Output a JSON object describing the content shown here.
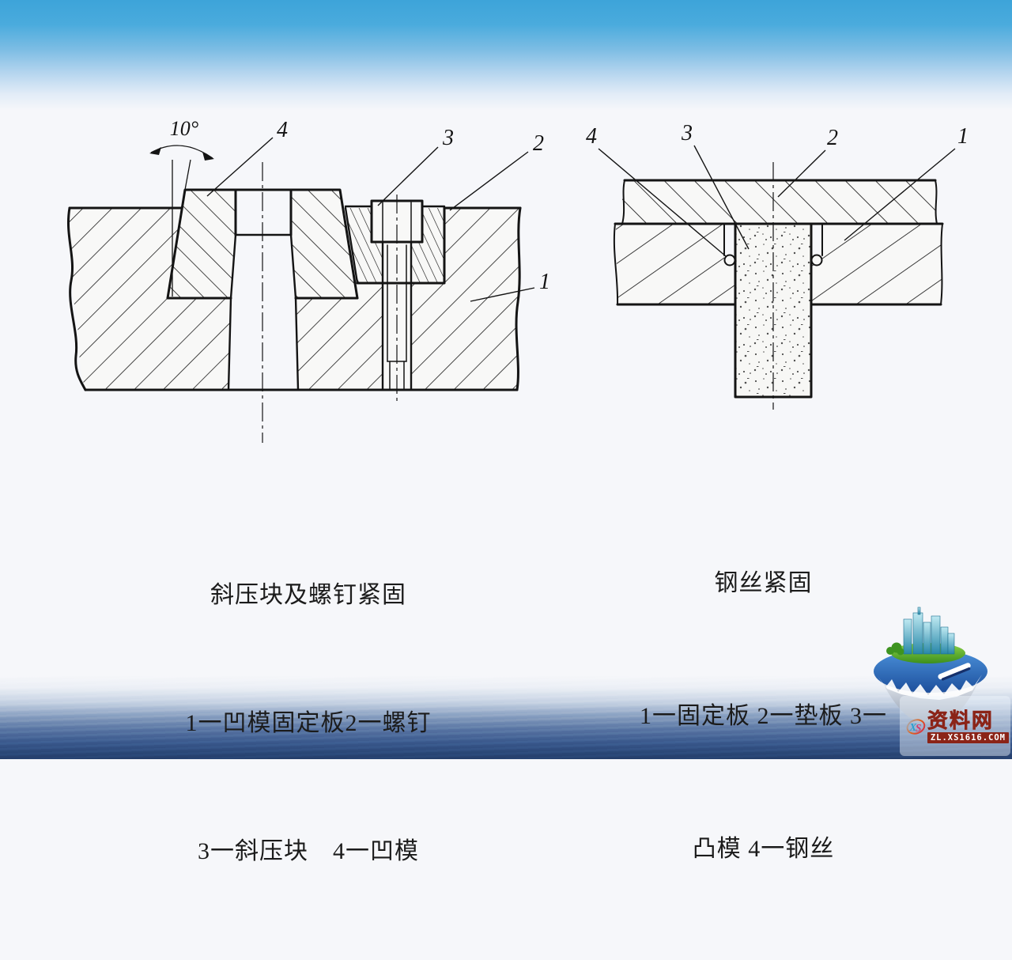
{
  "figures": {
    "left": {
      "angle_label": "10°",
      "callouts": [
        "4",
        "3",
        "2",
        "1"
      ],
      "caption_title": "斜压块及螺钉紧固",
      "caption_line2": "1一凹模固定板2一螺钉",
      "caption_line3": "3一斜压块　4一凹模"
    },
    "right": {
      "callouts": [
        "4",
        "3",
        "2",
        "1"
      ],
      "caption_title": "钢丝紧固",
      "caption_line2": "1一固定板 2一垫板 3一",
      "caption_line3": "凸模 4一钢丝"
    }
  },
  "watermark": {
    "logo_text_x": "X",
    "logo_text_s": "S",
    "site_name": "资料网",
    "site_url": "ZL.XS1616.COM"
  },
  "colors": {
    "header_blue": "#3da4d9",
    "sea_dark": "#253f6b",
    "drawing_line": "#161616",
    "logo_red": "#8b2418",
    "logo_orange": "#e2621b",
    "logo_blue": "#2a9fd0"
  }
}
